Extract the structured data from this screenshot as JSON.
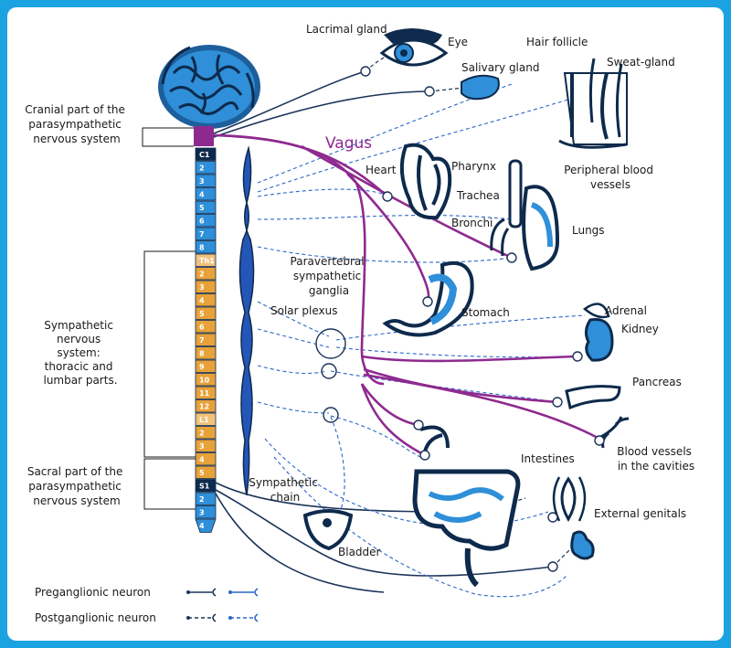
{
  "title": "",
  "labels": {
    "lacrimal_gland": "Lacrimal gland",
    "eye": "Eye",
    "hair_follicle": "Hair follicle",
    "sweat_gland": "Sweat-gland",
    "salivary_gland": "Salivary gland",
    "cranial_part": [
      "Cranial part of the",
      "parasympathetic",
      "nervous system"
    ],
    "vagus": "Vagus",
    "heart": "Heart",
    "pharynx": "Pharynx",
    "peripheral_blood_vessels": [
      "Peripheral blood",
      "vessels"
    ],
    "trachea": "Trachea",
    "bronchi": "Bronchi",
    "lungs": "Lungs",
    "paravertebral_ganglia": [
      "Paravertebral",
      "sympathetic",
      "ganglia"
    ],
    "solar_plexus": "Solar plexus",
    "stomach": "Stomach",
    "adrenal": "Adrenal",
    "kidney": "Kidney",
    "sympathetic_system": [
      "Sympathetic",
      "nervous",
      "system:",
      "thoracic and",
      "lumbar parts."
    ],
    "pancreas": "Pancreas",
    "blood_vessels_cavities": [
      "Blood vessels",
      "in the cavities"
    ],
    "intestines": "Intestines",
    "sacral_part": [
      "Sacral part of the",
      "parasympathetic",
      "nervous system"
    ],
    "sympathetic_chain": [
      "Sympathetic",
      "chain"
    ],
    "external_genitals": "External genitals",
    "bladder": "Bladder"
  },
  "segments": {
    "cervical": [
      "C1",
      "2",
      "3",
      "4",
      "5",
      "6",
      "7",
      "8"
    ],
    "thoracic": [
      "Th1",
      "2",
      "3",
      "4",
      "5",
      "6",
      "7",
      "8",
      "9",
      "10",
      "11",
      "12"
    ],
    "lumbar": [
      "L1",
      "2",
      "3",
      "4",
      "5"
    ],
    "sacral": [
      "S1",
      "2",
      "3",
      "4"
    ]
  },
  "legend": {
    "preganglionic": "Preganglionic neuron",
    "postganglionic": "Postganglionic neuron"
  },
  "colors": {
    "frame": "#1aa3e0",
    "dark_navy": "#0e2a4c",
    "spine_blue": "#2f8fd8",
    "chain_blue": "#2456b8",
    "thoracic_orange": "#e8a23a",
    "vagus_purple": "#8e2a8f",
    "nerve_dark": "#1b3358",
    "nerve_blue": "#2a66c9"
  }
}
